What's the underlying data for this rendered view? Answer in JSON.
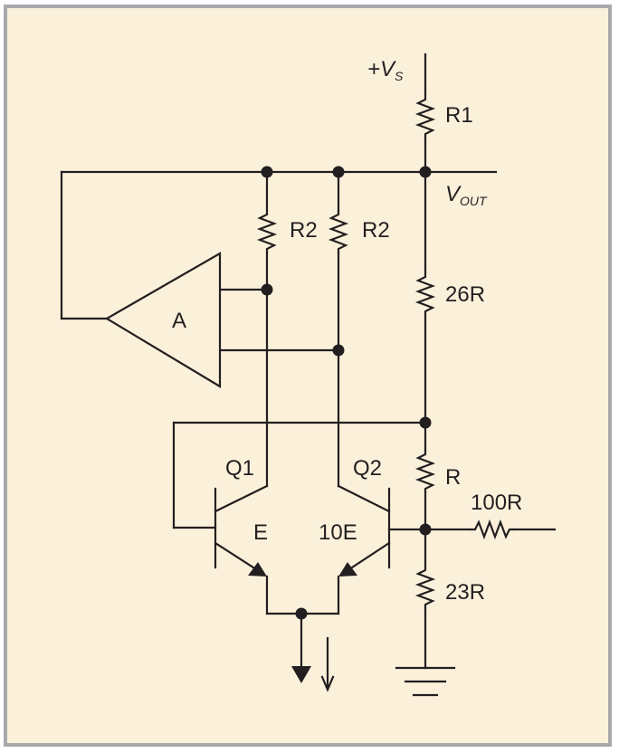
{
  "colors": {
    "background": "#fbf1db",
    "frame": "#a7a9ac",
    "ink": "#231f20"
  },
  "labels": {
    "supply_prefix": "+",
    "supply_v": "V",
    "supply_sub": "S",
    "vout_v": "V",
    "vout_sub": "OUT",
    "r1": "R1",
    "r2_left": "R2",
    "r2_right": "R2",
    "r26": "26R",
    "r": "R",
    "r100": "100R",
    "r23": "23R",
    "amp": "A",
    "q1": "Q1",
    "q2": "Q2",
    "e1": "E",
    "e10": "10E"
  }
}
